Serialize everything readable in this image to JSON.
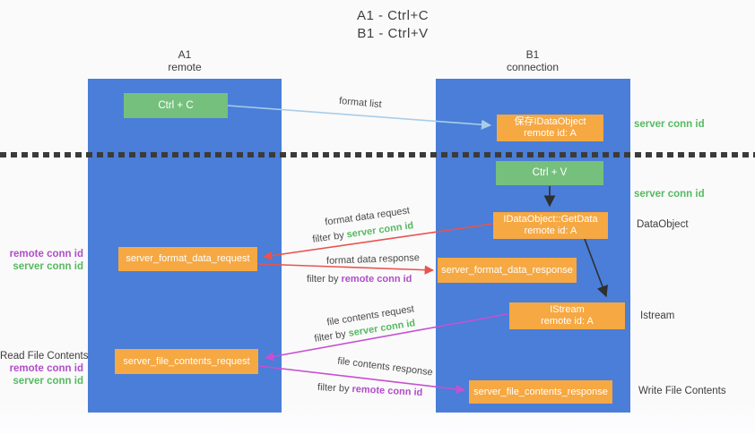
{
  "title": {
    "line1": "A1 - Ctrl+C",
    "line2": "B1 - Ctrl+V"
  },
  "lanes": {
    "left": {
      "name": "A1",
      "subtitle": "remote"
    },
    "right": {
      "name": "B1",
      "subtitle": "connection"
    }
  },
  "nodes": {
    "ctrl_c": "Ctrl + C",
    "save_dataobject": {
      "line1": "保存IDataObject",
      "line2": "remote id: A"
    },
    "ctrl_v": "Ctrl + V",
    "getdata": {
      "line1": "IDataObject::GetData",
      "line2": "remote id: A"
    },
    "format_request": "server_format_data_request",
    "format_response": "server_format_data_response",
    "istream": {
      "line1": "IStream",
      "line2": "remote id: A"
    },
    "file_request": "server_file_contents_request",
    "file_response": "server_file_contents_response"
  },
  "edge_labels": {
    "format_list": "format list",
    "format_data_request": "format data request",
    "format_data_response": "format data response",
    "file_contents_request": "file contents request",
    "file_contents_response": "file contents response",
    "filter_by": "filter by",
    "server_conn_id": "server conn id",
    "remote_conn_id": "remote conn id"
  },
  "side_labels": {
    "server_conn_id_top": "server conn id",
    "server_conn_id_mid": "server conn id",
    "dataobject": "DataObject",
    "istream": "Istream",
    "write_file_contents": "Write File Contents",
    "read_file_contents": "Read File Contents",
    "remote_conn_id_1": "remote conn id",
    "server_conn_id_1": "server conn id",
    "remote_conn_id_2": "remote conn id",
    "server_conn_id_2": "server conn id"
  },
  "colors": {
    "lane_blue": "#4a7ed8",
    "node_orange": "#f6a842",
    "node_green": "#76c07d",
    "green_text": "#56b961",
    "purple_text": "#b04dc8",
    "red_arrow": "#e8544e",
    "magenta_arrow": "#c650d2",
    "light_blue_arrow": "#a9cde9",
    "black_arrow": "#2f2f2f",
    "dotted_line": "#3b3b3b"
  }
}
